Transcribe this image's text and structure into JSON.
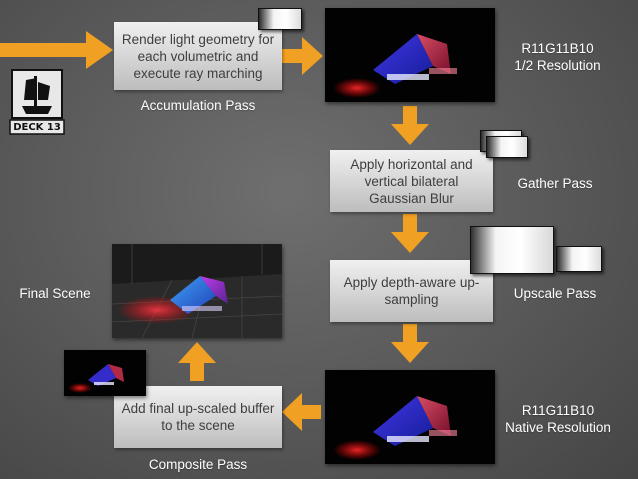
{
  "colors": {
    "arrow": "#f0a023",
    "box_top": "#f0f0f0",
    "box_bottom": "#bdbdbd"
  },
  "logo": {
    "text": "DECK 13"
  },
  "boxes": {
    "render": "Render light geometry for each volumetric and execute ray marching",
    "gather": "Apply horizontal and vertical bilateral Gaussian Blur",
    "upscale": "Apply depth-aware up-sampling",
    "composite": "Add final up-scaled buffer to the scene"
  },
  "labels": {
    "accumulation": "Accumulation Pass",
    "gather": "Gather Pass",
    "upscale": "Upscale Pass",
    "composite": "Composite Pass",
    "final_scene": "Final Scene",
    "half_res_line1": "R11G11B10",
    "half_res_line2": "1/2 Resolution",
    "native_res_line1": "R11G11B10",
    "native_res_line2": "Native Resolution"
  }
}
